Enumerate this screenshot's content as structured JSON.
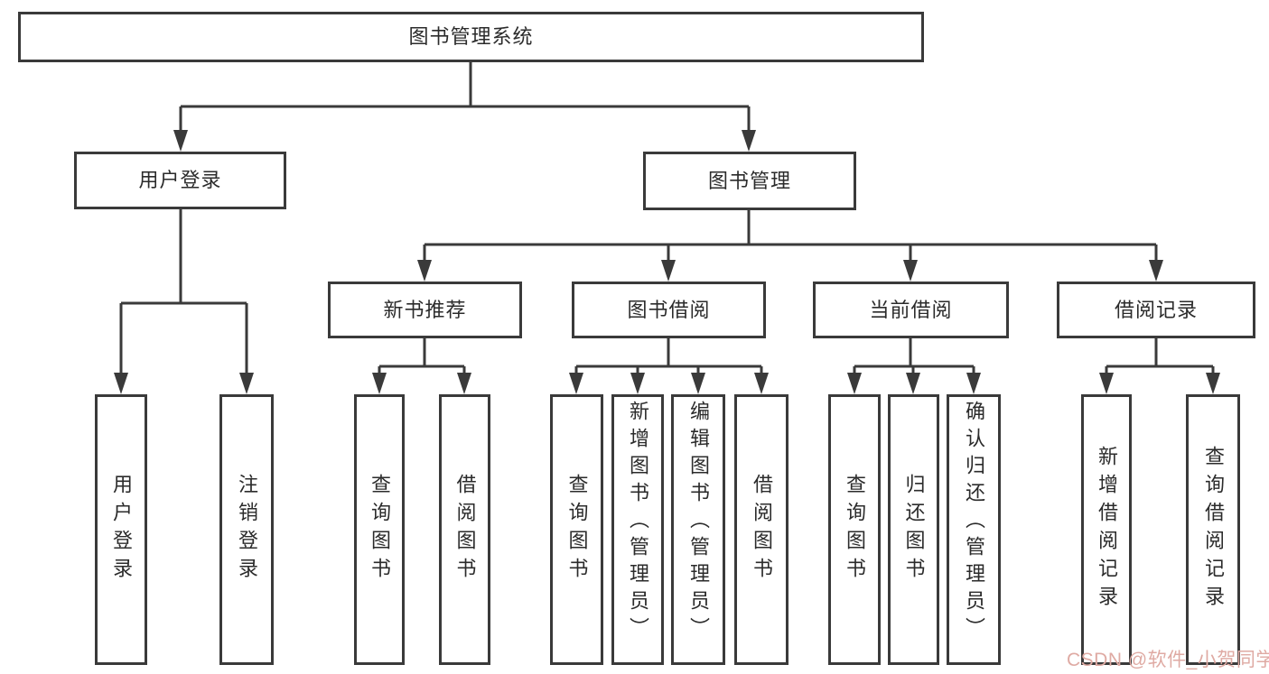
{
  "colors": {
    "line": "#3a3a3a",
    "text": "#2b2b2b",
    "background": "#ffffff",
    "watermark": "#dfaaa3"
  },
  "watermark": {
    "text": "CSDN @软件_小贺同学"
  },
  "tree": {
    "label": "图书管理系统",
    "children": [
      {
        "label": "用户登录",
        "children": [
          {
            "label": "用户登录"
          },
          {
            "label": "注销登录"
          }
        ]
      },
      {
        "label": "图书管理",
        "children": [
          {
            "label": "新书推荐",
            "children": [
              {
                "label": "查询图书"
              },
              {
                "label": "借阅图书"
              }
            ]
          },
          {
            "label": "图书借阅",
            "children": [
              {
                "label": "查询图书"
              },
              {
                "label": "新增图书（管理员）"
              },
              {
                "label": "编辑图书（管理员）"
              },
              {
                "label": "借阅图书"
              }
            ]
          },
          {
            "label": "当前借阅",
            "children": [
              {
                "label": "查询图书"
              },
              {
                "label": "归还图书"
              },
              {
                "label": "确认归还（管理员）"
              }
            ]
          },
          {
            "label": "借阅记录",
            "children": [
              {
                "label": "新增借阅记录"
              },
              {
                "label": "查询借阅记录"
              }
            ]
          }
        ]
      }
    ]
  }
}
